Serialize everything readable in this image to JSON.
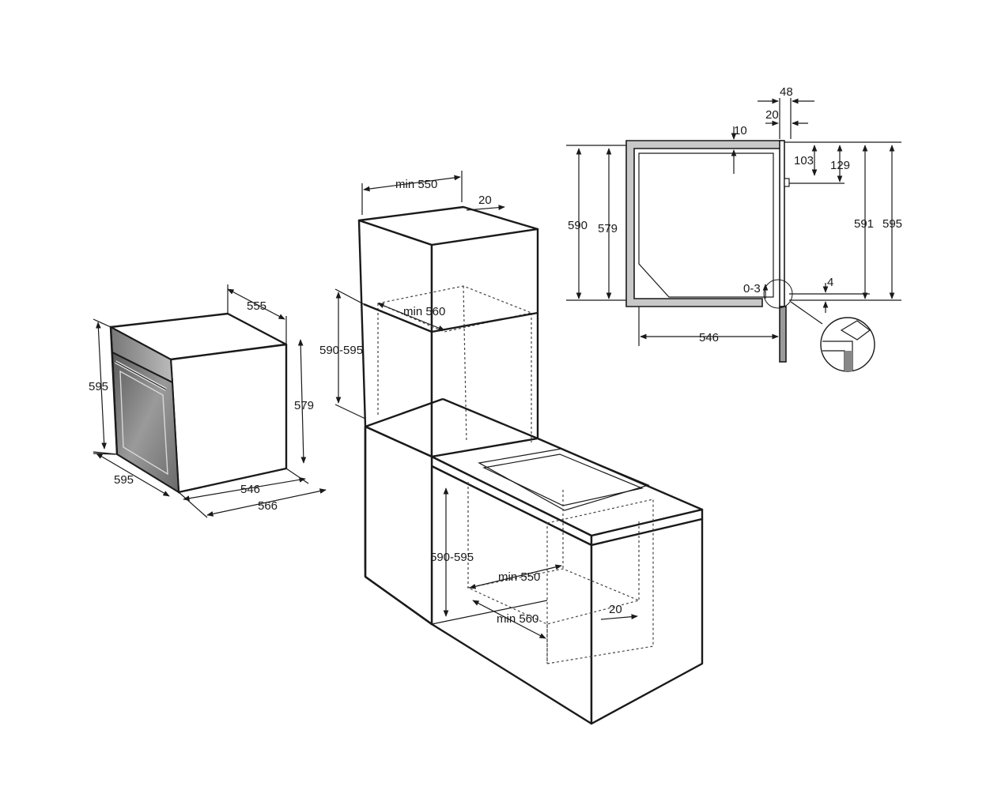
{
  "oven": {
    "height": "595",
    "depth": "555",
    "width": "595",
    "body_height": "579",
    "body_width": "546",
    "total_width": "566"
  },
  "cabinet": {
    "top_width": "min 550",
    "top_gap": "20",
    "top_depth": "min 560",
    "top_height": "590-595",
    "bottom_height": "590-595",
    "bottom_width": "min 550",
    "bottom_depth": "min 560",
    "bottom_gap": "20"
  },
  "section": {
    "d48": "48",
    "d20": "20",
    "d10": "10",
    "d103": "103",
    "d129": "129",
    "d590": "590",
    "d579": "579",
    "d591": "591",
    "d595": "595",
    "d03": "0-3",
    "d4": "4",
    "d546": "546"
  }
}
